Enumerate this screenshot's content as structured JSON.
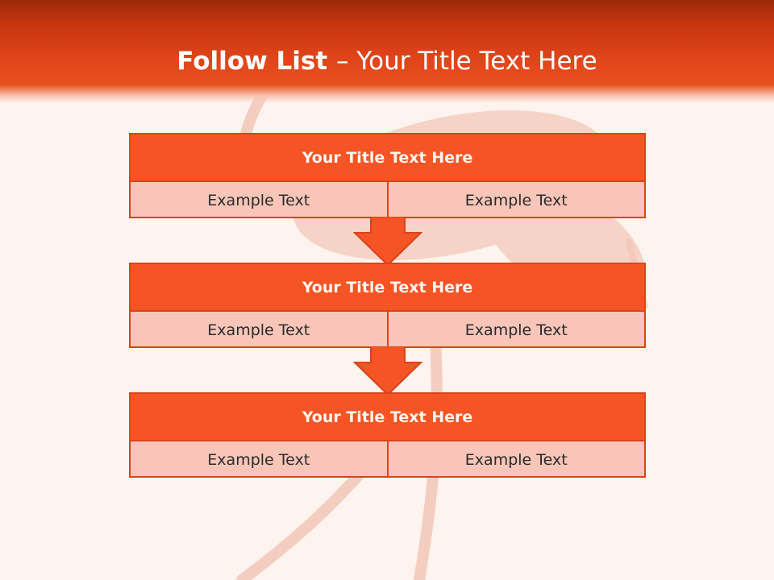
{
  "slide": {
    "title_bold": "Follow List ",
    "title_rest": " – Your Title Text Here"
  },
  "colors": {
    "header": "#e2461b",
    "block_head": "#f55525",
    "block_body": "#f9c5b9",
    "border": "#d9431b",
    "background": "#fdf3ef"
  },
  "steps": [
    {
      "title": "Your Title Text Here",
      "left": "Example Text",
      "right": "Example Text"
    },
    {
      "title": "Your Title Text Here",
      "left": "Example Text",
      "right": "Example Text"
    },
    {
      "title": "Your Title Text Here",
      "left": "Example Text",
      "right": "Example Text"
    }
  ]
}
